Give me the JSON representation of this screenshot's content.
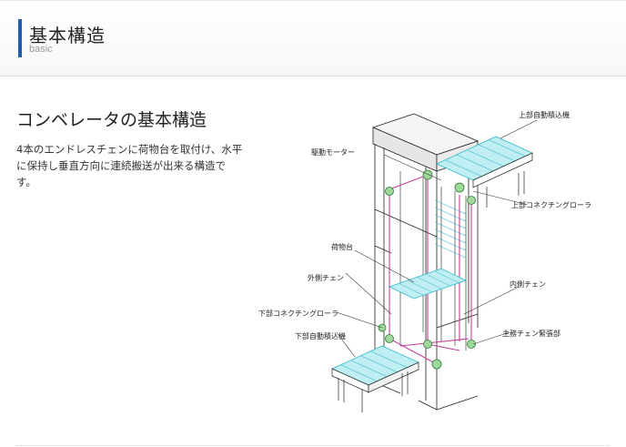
{
  "header": {
    "title": "基本構造",
    "subtitle": "basic"
  },
  "section": {
    "title": "コンベレータの基本構造",
    "description": "4本のエンドレスチェンに荷物台を取付け、水平に保持し垂直方向に連続搬送が出来る構造です。"
  },
  "diagram": {
    "labels": {
      "upper_loader": "上部自動積込機",
      "drive_motor": "駆動モーター",
      "upper_roller": "上部コネクチングローラ",
      "load_platform": "荷物台",
      "outer_chain": "外側チェン",
      "inner_chain": "内側チェン",
      "lower_roller": "下部コネクチングローラ",
      "lower_loader": "下部自動積込機",
      "tensioner": "主務チェン緊張部"
    },
    "colors": {
      "chain": "#c2409a",
      "conveyor": "#35b7c9",
      "frame": "#222222"
    }
  }
}
